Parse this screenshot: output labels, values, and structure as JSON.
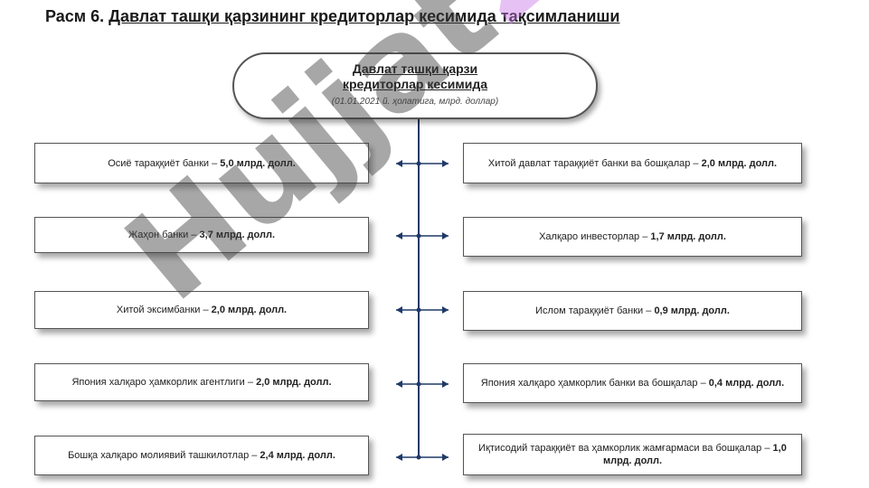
{
  "title": {
    "prefix": "Расм 6. ",
    "underlined": "Давлат ташқи қарзининг кредиторлар кесимида тақсимланиши"
  },
  "root": {
    "line1": "Давлат ташқи қарзи",
    "line2": "кредиторлар кесимида",
    "note": "(01.01.2021 й. ҳолатига, млрд. доллар)"
  },
  "left": [
    {
      "text": "Осиё тараққиёт банки – ",
      "value": "5,0 млрд. долл."
    },
    {
      "text": "Жаҳон банки – ",
      "value": "3,7 млрд. долл."
    },
    {
      "text": "Хитой эксимбанки – ",
      "value": "2,0 млрд. долл."
    },
    {
      "text": "Япония халқаро ҳамкорлик агентлиги – ",
      "value": "2,0 млрд. долл."
    },
    {
      "text": "Бошқа халқаро молиявий ташкилотлар – ",
      "value": "2,4 млрд. долл."
    }
  ],
  "right": [
    {
      "text": "Хитой давлат тараққиёт банки ва бошқалар – ",
      "value": "2,0 млрд. долл."
    },
    {
      "text": "Халқаро инвесторлар – ",
      "value": "1,7 млрд. долл."
    },
    {
      "text": "Ислом тараққиёт банки – ",
      "value": "0,9 млрд. долл."
    },
    {
      "text": "Япония халқаро ҳамкорлик банки ва бошқалар – ",
      "value": "0,4 млрд. долл."
    },
    {
      "text": "Иқтисодий тараққиёт ва ҳамкорлик жамғармаси ва бошқалар – ",
      "value": "1,0 млрд. долл."
    }
  ],
  "watermark": {
    "text": "Hujjat",
    "num": "24"
  },
  "colors": {
    "line": "#1f3a68",
    "border": "#555555"
  }
}
